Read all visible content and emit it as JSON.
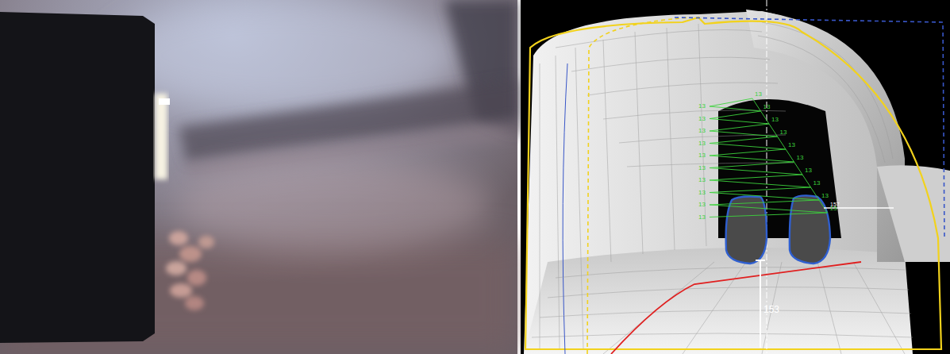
{
  "diagram": {
    "labels": [
      "13",
      "13",
      "13",
      "13",
      "13",
      "13",
      "13",
      "13",
      "13",
      "13",
      "13",
      "13",
      "13",
      "13",
      "13",
      "13",
      "13",
      "13",
      "13",
      "13",
      "157",
      "153"
    ]
  }
}
